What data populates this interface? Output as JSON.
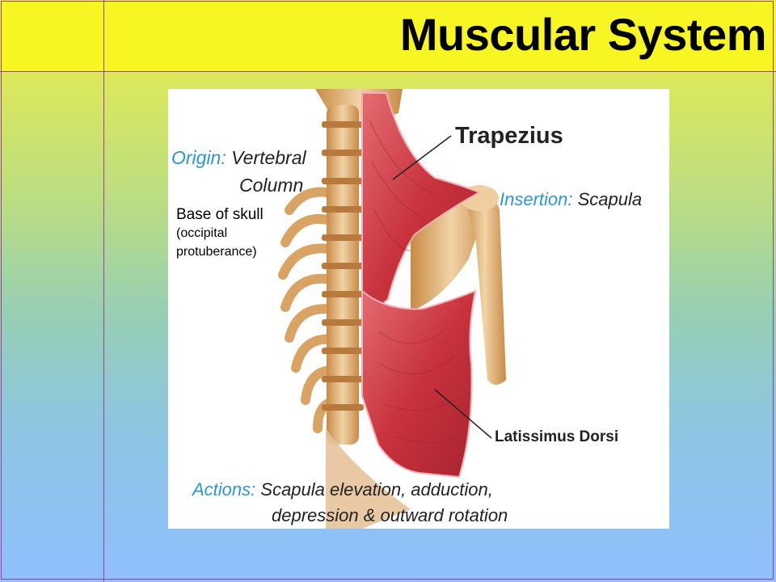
{
  "slide": {
    "title": "Muscular System"
  },
  "figure": {
    "origin_label": "Origin:",
    "origin_value_line1": "Vertebral",
    "origin_value_line2": "Column",
    "base_line1": "Base of skull",
    "base_line2": "(occipital",
    "base_line3": "protuberance)",
    "trapezius": "Trapezius",
    "insertion_label": "Insertion:",
    "insertion_value": "Scapula",
    "latissimus": "Latissimus Dorsi",
    "actions_label": "Actions:",
    "actions_line1": "Scapula elevation, adduction,",
    "actions_line2": "depression & outward rotation"
  },
  "colors": {
    "title_band": "#f7f623",
    "frame_line": "#9c3f97",
    "label_blue": "#2d97d3",
    "muscle_red": "#c8323c",
    "bone": "#e9c79a"
  }
}
